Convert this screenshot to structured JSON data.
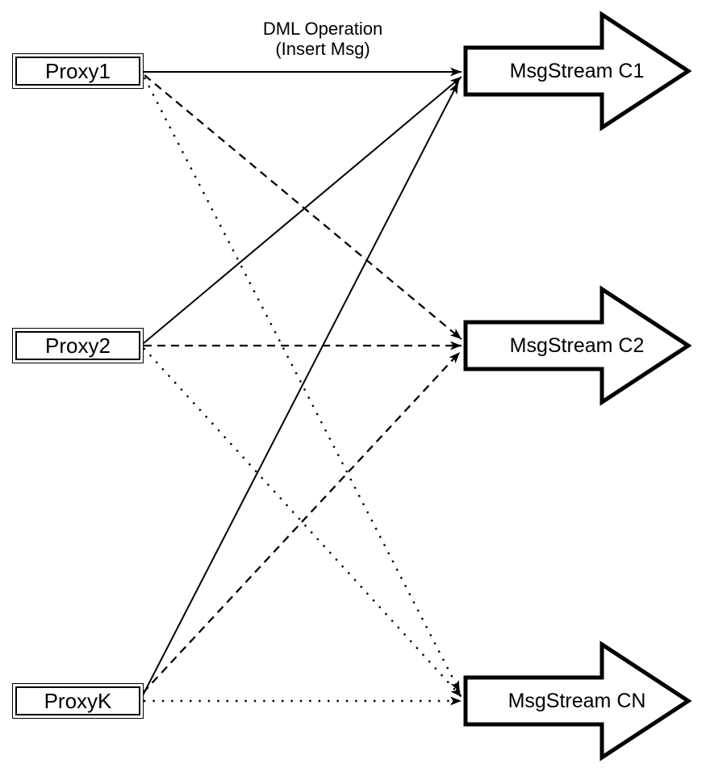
{
  "diagram": {
    "annotation": {
      "line1": "DML Operation",
      "line2": "(Insert Msg)"
    },
    "proxies": [
      {
        "id": "proxy1",
        "label": "Proxy1"
      },
      {
        "id": "proxy2",
        "label": "Proxy2"
      },
      {
        "id": "proxyk",
        "label": "ProxyK"
      }
    ],
    "streams": [
      {
        "id": "c1",
        "label": "MsgStream C1"
      },
      {
        "id": "c2",
        "label": "MsgStream C2"
      },
      {
        "id": "cn",
        "label": "MsgStream CN"
      }
    ],
    "edges": [
      {
        "from": "Proxy1",
        "to": "MsgStream C1",
        "style": "solid"
      },
      {
        "from": "Proxy2",
        "to": "MsgStream C1",
        "style": "solid"
      },
      {
        "from": "ProxyK",
        "to": "MsgStream C1",
        "style": "solid"
      },
      {
        "from": "Proxy1",
        "to": "MsgStream C2",
        "style": "dashed"
      },
      {
        "from": "Proxy2",
        "to": "MsgStream C2",
        "style": "dashed"
      },
      {
        "from": "ProxyK",
        "to": "MsgStream C2",
        "style": "dashed"
      },
      {
        "from": "Proxy1",
        "to": "MsgStream CN",
        "style": "dotted"
      },
      {
        "from": "Proxy2",
        "to": "MsgStream CN",
        "style": "dotted"
      },
      {
        "from": "ProxyK",
        "to": "MsgStream CN",
        "style": "dotted"
      }
    ],
    "colors": {
      "stroke": "#000000",
      "fill": "#ffffff"
    }
  }
}
